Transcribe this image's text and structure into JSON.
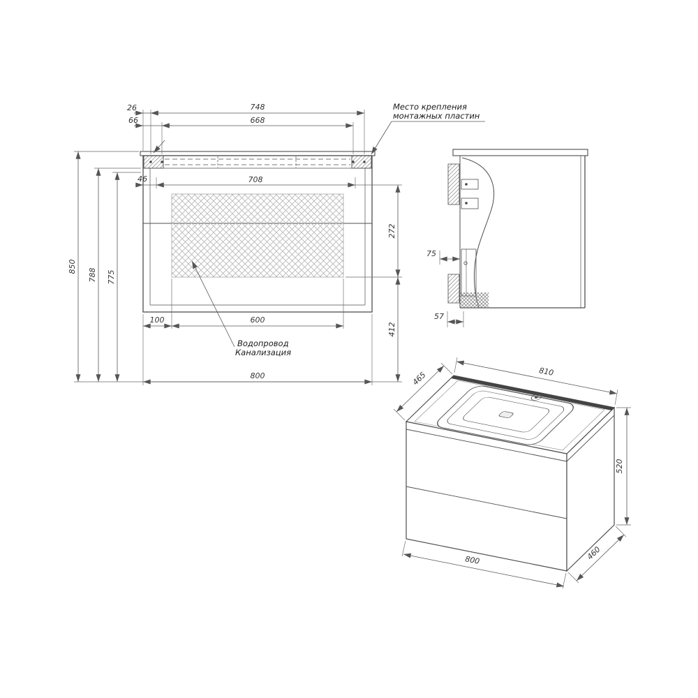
{
  "labels": {
    "mounting1": "Место крепления",
    "mounting2": "монтажных пластин",
    "plumbing1": "Водопровод",
    "plumbing2": "Канализация"
  },
  "front_view": {
    "d26": "26",
    "d748": "748",
    "d66": "66",
    "d668": "668",
    "d46": "46",
    "d708": "708",
    "d850": "850",
    "d788": "788",
    "d775": "775",
    "d272": "272",
    "d412": "412",
    "d100": "100",
    "d600": "600",
    "d800": "800"
  },
  "side_view": {
    "d75": "75",
    "d57": "57"
  },
  "iso_view": {
    "d465": "465",
    "d810": "810",
    "d520": "520",
    "d800": "800",
    "d460": "460"
  },
  "colors": {
    "line": "#4d4d4d",
    "dim": "#555555",
    "hatch": "#b5b5b5",
    "dark_strip": "#444444"
  }
}
